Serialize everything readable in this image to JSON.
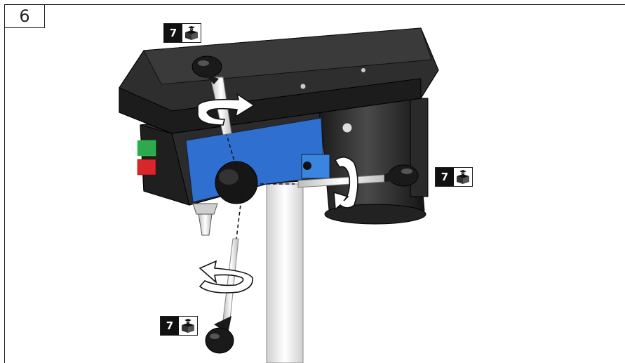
{
  "figure": {
    "step_number": "6"
  },
  "callouts": [
    {
      "number": "7",
      "icon": "parts-box-icon"
    },
    {
      "number": "7",
      "icon": "parts-box-icon"
    },
    {
      "number": "7",
      "icon": "parts-box-icon"
    }
  ],
  "colors": {
    "housing": "#2b2b2b",
    "housing_dark": "#151515",
    "panel_blue": "#2f6fd0",
    "switch_green": "#2fa84f",
    "switch_red": "#d9262a",
    "column": "#e6e6e6"
  }
}
